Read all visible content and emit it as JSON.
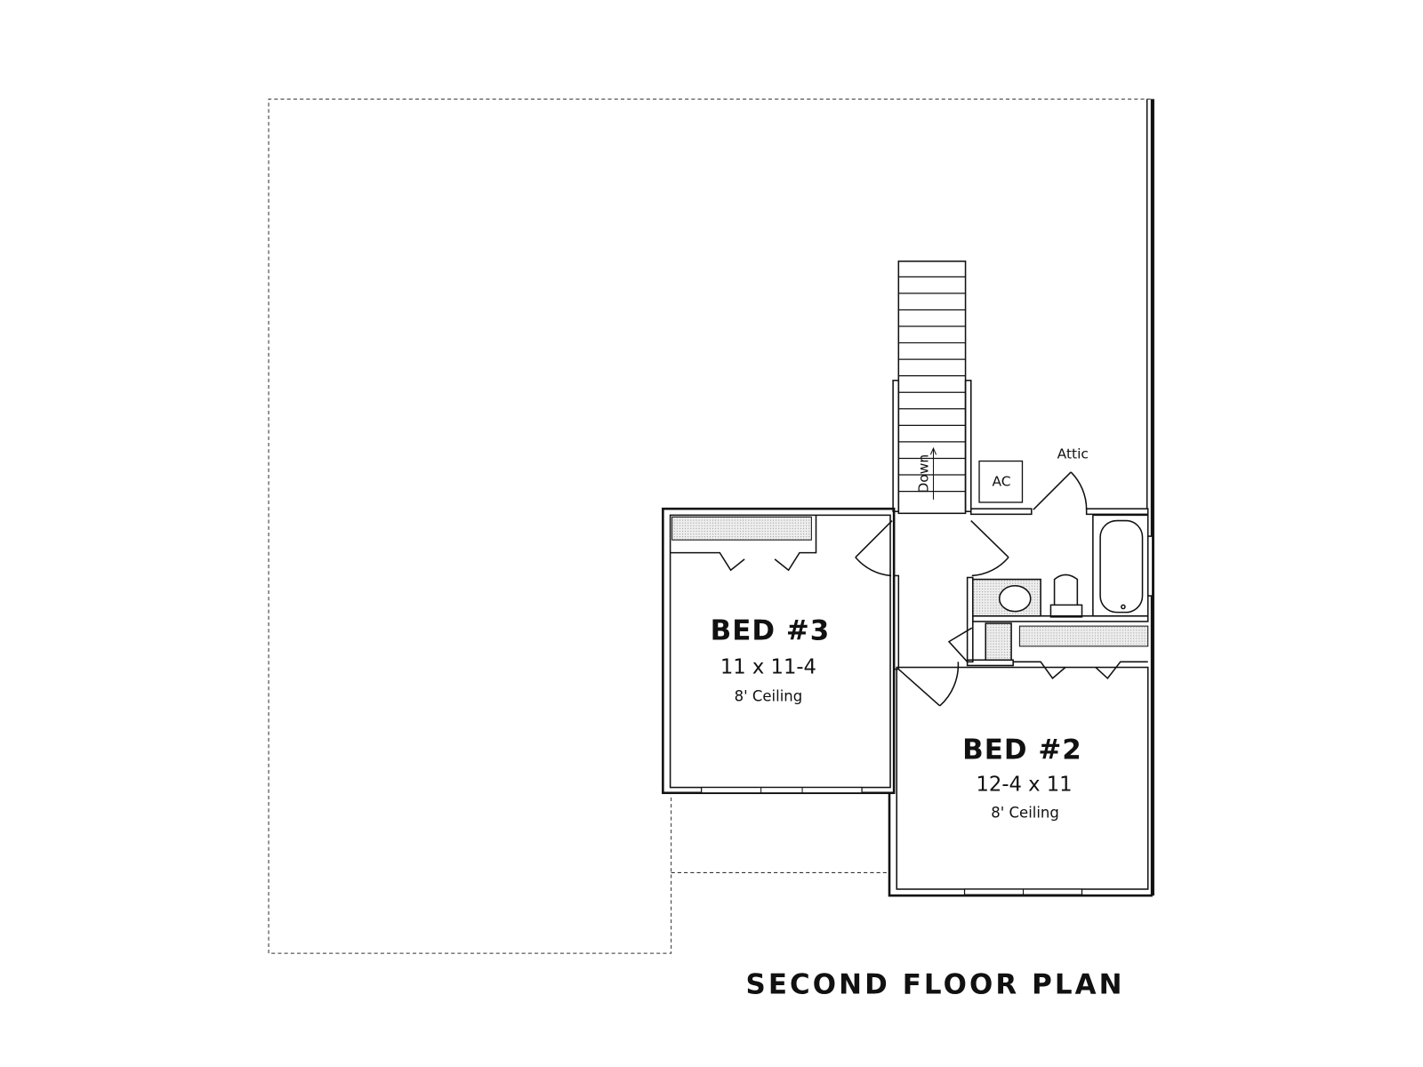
{
  "plan": {
    "title": "SECOND FLOOR PLAN",
    "rooms": [
      {
        "name": "BED #3",
        "size": "11 x 11-4",
        "ceiling": "8' Ceiling"
      },
      {
        "name": "BED #2",
        "size": "12-4 x 11",
        "ceiling": "8' Ceiling"
      }
    ],
    "labels": {
      "attic": "Attic",
      "ac": "AC",
      "stairs": "Down"
    }
  },
  "colors": {
    "line": "#111111",
    "fill_shade": "#d8d8d8"
  }
}
